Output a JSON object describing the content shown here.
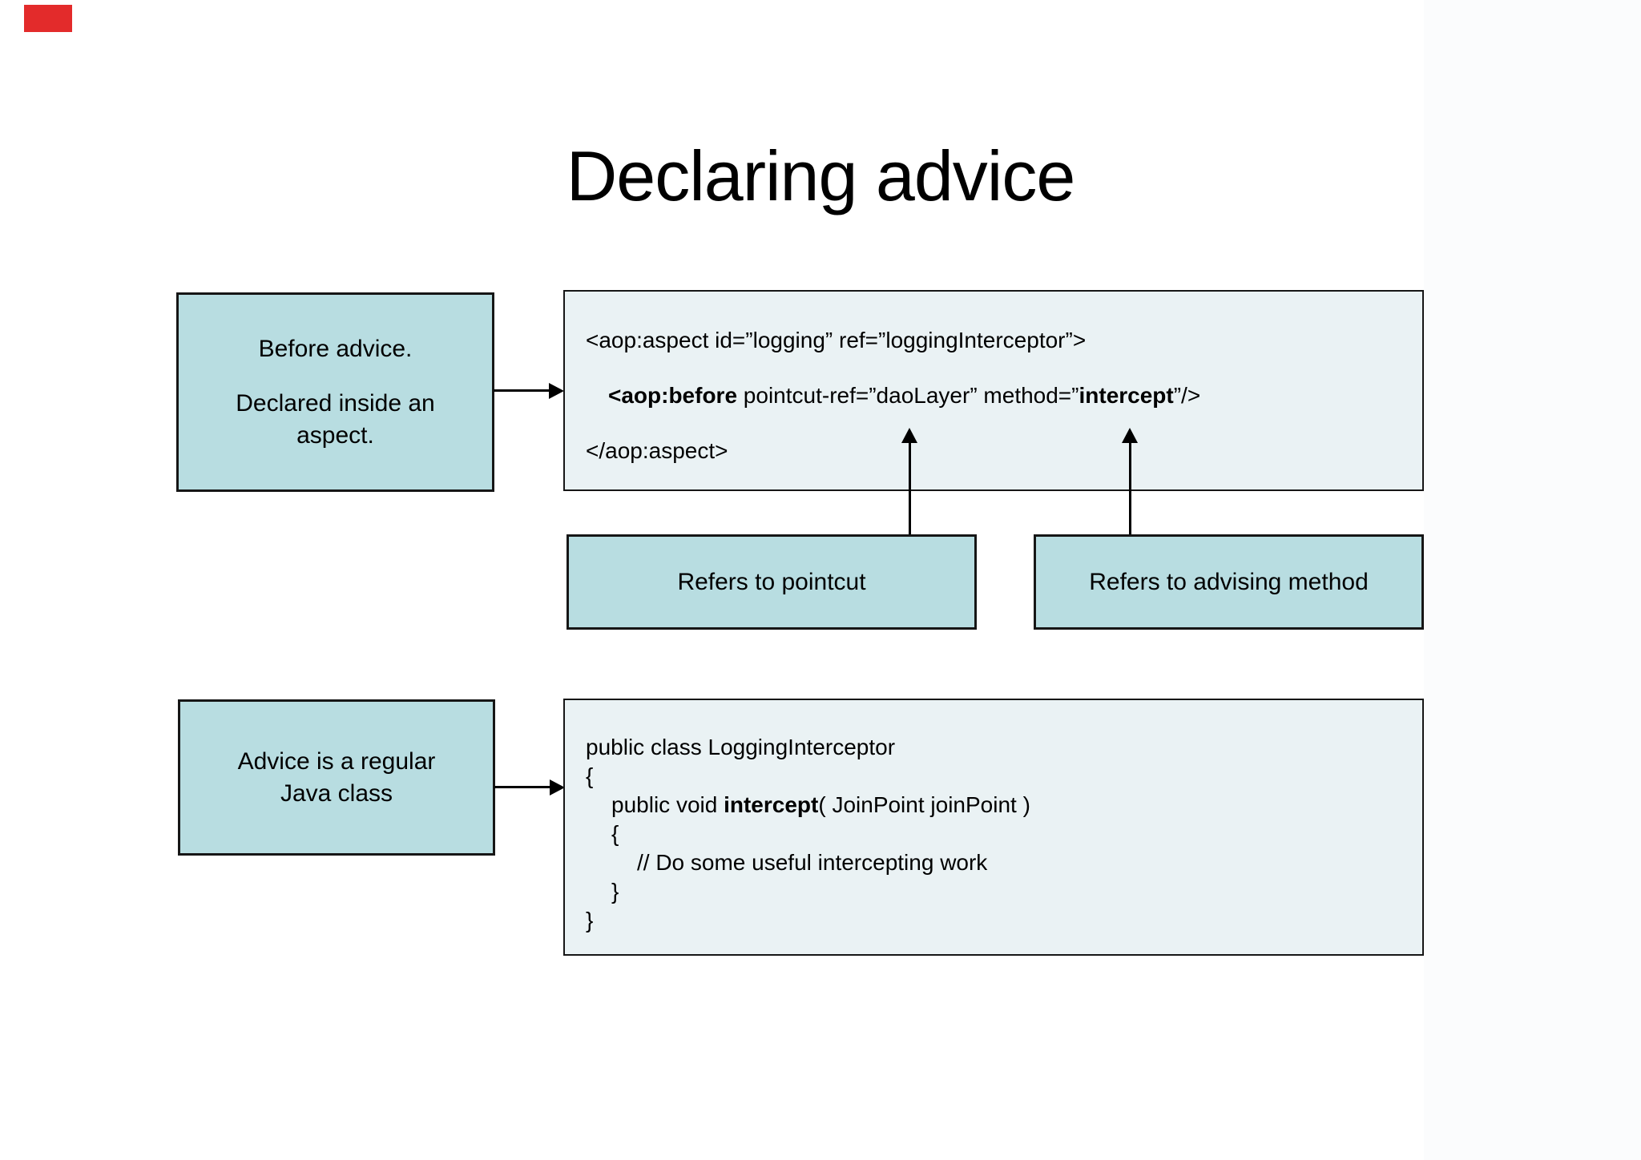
{
  "slide": {
    "title": "Declaring advice"
  },
  "colors": {
    "teal_box_fill": "#b8dde1",
    "code_box_fill": "#eaf2f4",
    "border": "#161616",
    "red_marker": "#e32b2b",
    "background": "#ffffff"
  },
  "boxes": {
    "before_advice": {
      "text1": "Before advice.",
      "text2": "Declared inside an aspect."
    },
    "refers_pointcut": "Refers to pointcut",
    "refers_method": "Refers to advising method",
    "advice_regular": "Advice is a regular Java class"
  },
  "code_xml": {
    "lines": [
      {
        "indent": 0,
        "segments": [
          {
            "t": "<aop:aspect id=”logging” ref=”loggingInterceptor”>",
            "b": false
          }
        ]
      },
      {
        "indent": 28,
        "segments": [
          {
            "t": "<aop:before",
            "b": true
          },
          {
            "t": " pointcut-ref=”daoLayer” method=”",
            "b": false
          },
          {
            "t": "intercept",
            "b": true
          },
          {
            "t": "”/>",
            "b": false
          }
        ]
      },
      {
        "indent": 0,
        "segments": [
          {
            "t": "</aop:aspect>",
            "b": false
          }
        ]
      }
    ]
  },
  "code_java": {
    "lines": [
      {
        "indent": 0,
        "segments": [
          {
            "t": "public class LoggingInterceptor",
            "b": false
          }
        ]
      },
      {
        "indent": 0,
        "segments": [
          {
            "t": "{",
            "b": false
          }
        ]
      },
      {
        "indent": 32,
        "segments": [
          {
            "t": "public void ",
            "b": false
          },
          {
            "t": "intercept",
            "b": true
          },
          {
            "t": "( JoinPoint joinPoint )",
            "b": false
          }
        ]
      },
      {
        "indent": 32,
        "segments": [
          {
            "t": "{",
            "b": false
          }
        ]
      },
      {
        "indent": 64,
        "segments": [
          {
            "t": "// Do some useful intercepting work",
            "b": false
          }
        ]
      },
      {
        "indent": 32,
        "segments": [
          {
            "t": "}",
            "b": false
          }
        ]
      },
      {
        "indent": 0,
        "segments": [
          {
            "t": "}",
            "b": false
          }
        ]
      }
    ]
  }
}
